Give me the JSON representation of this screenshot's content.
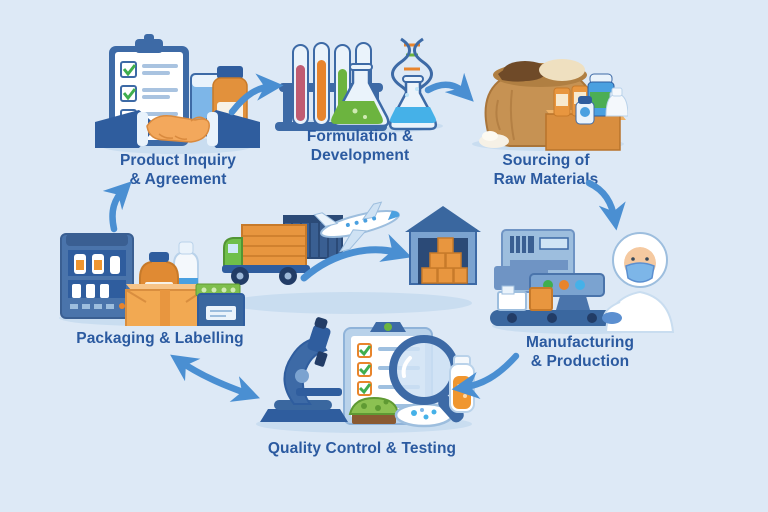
{
  "diagram": {
    "background_color": "#dde9f6",
    "label_color": "#2b5aa0",
    "arrow_color": "#4a8fd2",
    "stages": [
      {
        "id": "product-inquiry-agreement",
        "label": "Product Inquiry\n& Agreement",
        "icon": "handshake-clipboard-bottles-icon"
      },
      {
        "id": "formulation-development",
        "label": "Formulation &\nDevelopment",
        "icon": "test-tubes-flasks-dna-icon"
      },
      {
        "id": "sourcing-raw-materials",
        "label": "Sourcing of\nRaw Materials",
        "icon": "raw-materials-sack-box-icon"
      },
      {
        "id": "manufacturing-production",
        "label": "Manufacturing\n& Production",
        "icon": "machine-cleanroom-worker-icon"
      },
      {
        "id": "quality-control-testing",
        "label": "Quality Control & Testing",
        "icon": "microscope-checklist-magnifier-icon"
      },
      {
        "id": "packaging-labelling",
        "label": "Packaging & Labelling",
        "icon": "packaging-machine-boxes-icon"
      }
    ],
    "center": {
      "id": "logistics",
      "icon": "logistics-truck-plane-warehouse-icon"
    }
  }
}
